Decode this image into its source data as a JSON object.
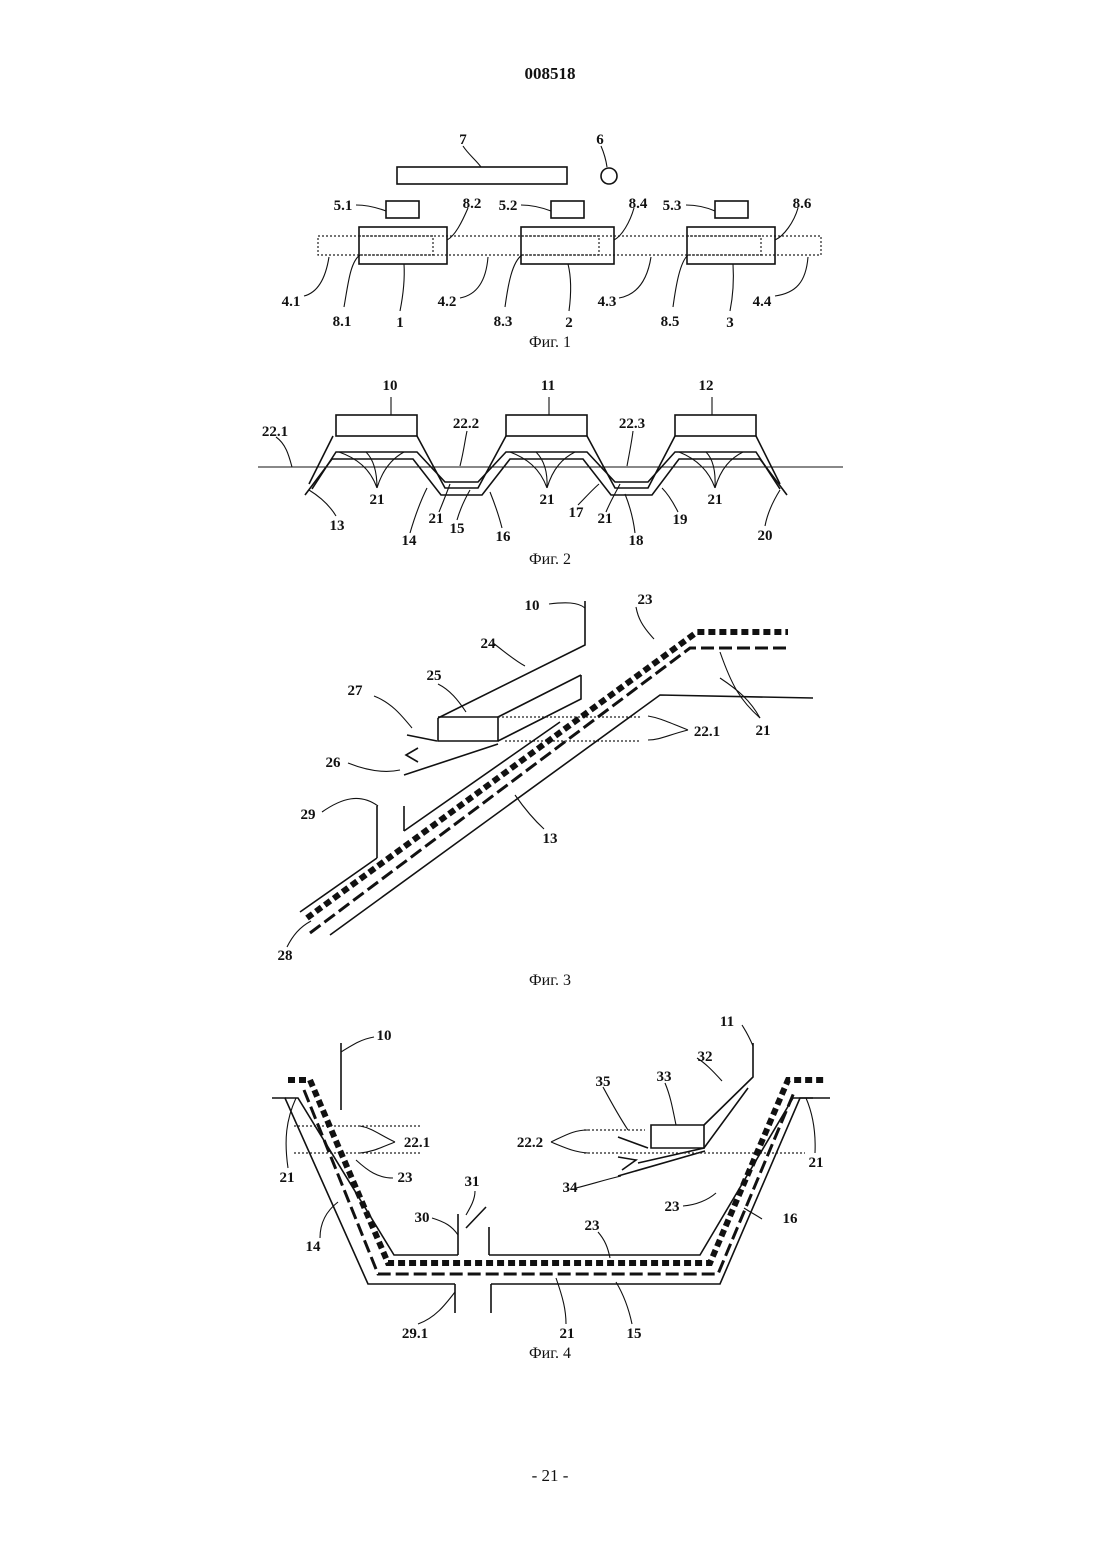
{
  "document_number": "008518",
  "page_number": "- 21 -",
  "figures": {
    "fig1": {
      "caption": "Фиг. 1",
      "labels": {
        "l7": "7",
        "l6": "6",
        "l5_1": "5.1",
        "l5_2": "5.2",
        "l5_3": "5.3",
        "l8_2": "8.2",
        "l8_4": "8.4",
        "l8_6": "8.6",
        "l4_1": "4.1",
        "l8_1": "8.1",
        "l1": "1",
        "l4_2": "4.2",
        "l8_3": "8.3",
        "l2": "2",
        "l4_3": "4.3",
        "l8_5": "8.5",
        "l3": "3",
        "l4_4": "4.4"
      }
    },
    "fig2": {
      "caption": "Фиг. 2",
      "labels": {
        "l10": "10",
        "l11": "11",
        "l12": "12",
        "l22_1": "22.1",
        "l22_2": "22.2",
        "l22_3": "22.3",
        "l21a": "21",
        "l21b": "21",
        "l21c": "21",
        "l21d": "21",
        "l21e": "21",
        "l13": "13",
        "l14": "14",
        "l15": "15",
        "l16": "16",
        "l17": "17",
        "l18": "18",
        "l19": "19",
        "l20": "20"
      }
    },
    "fig3": {
      "caption": "Фиг. 3",
      "labels": {
        "l10": "10",
        "l23": "23",
        "l24": "24",
        "l25": "25",
        "l27": "27",
        "l22_1": "22.1",
        "l21": "21",
        "l26": "26",
        "l29": "29",
        "l13": "13",
        "l28": "28"
      }
    },
    "fig4": {
      "caption": "Фиг. 4",
      "labels": {
        "l10": "10",
        "l11": "11",
        "l32": "32",
        "l35": "35",
        "l33": "33",
        "l22_1": "22.1",
        "l22_2": "22.2",
        "l21a": "21",
        "l21b": "21",
        "l21c": "21",
        "l23a": "23",
        "l23b": "23",
        "l23c": "23",
        "l34": "34",
        "l31": "31",
        "l30": "30",
        "l16": "16",
        "l14": "14",
        "l29_1": "29.1",
        "l15": "15"
      }
    }
  }
}
